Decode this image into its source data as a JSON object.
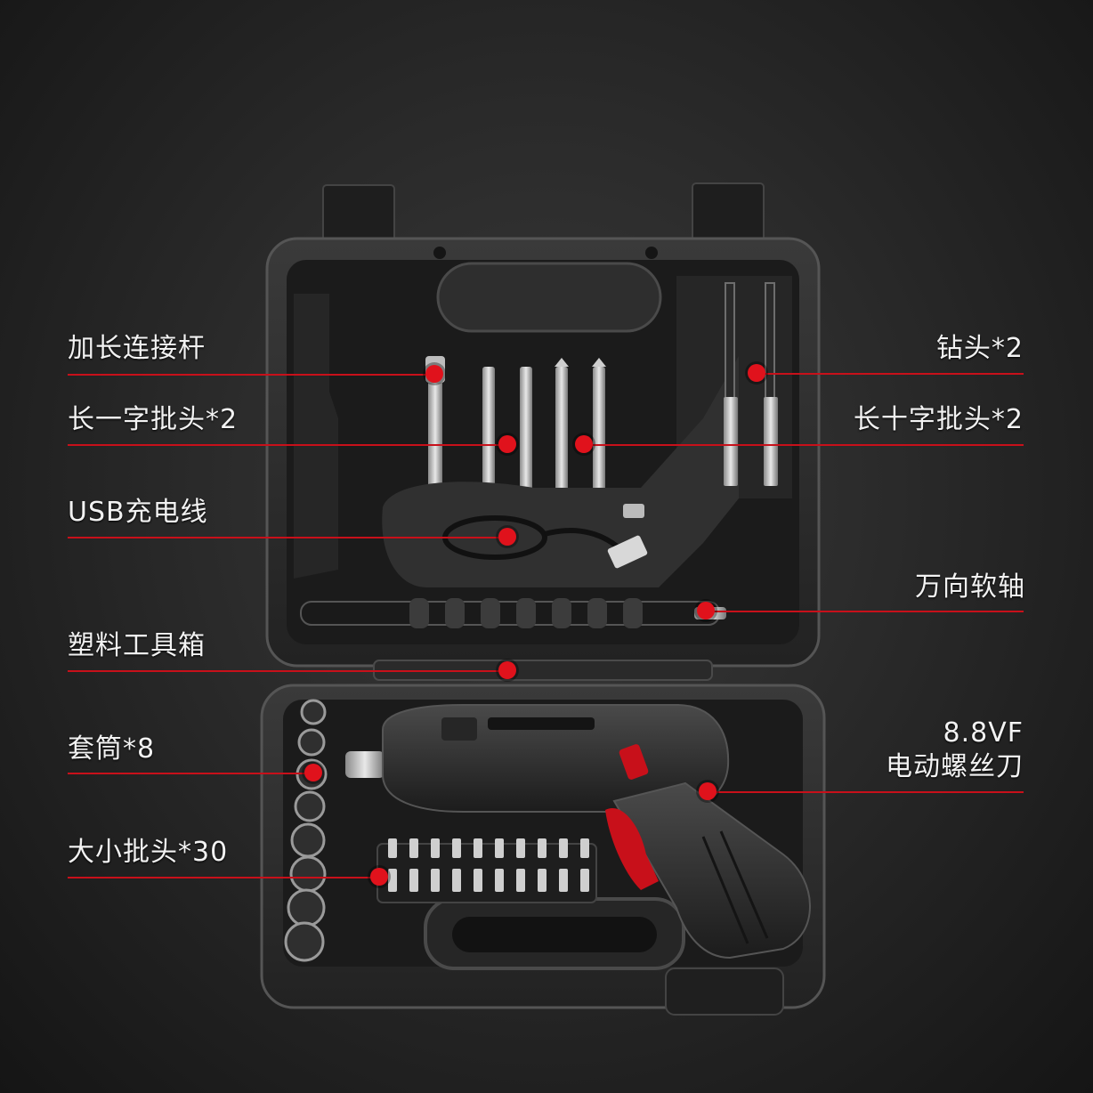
{
  "colors": {
    "background": "#222222",
    "case": "#2b2b2b",
    "accent_red": "#e0121c",
    "label_text": "#f2f2f2"
  },
  "callouts": {
    "extension_rod": "加长连接杆",
    "long_flat_bits": "长一字批头*2",
    "usb_cable": "USB充电线",
    "plastic_case": "塑料工具箱",
    "sockets": "套筒*8",
    "bits_small_large": "大小批头*30",
    "drill_bits": "钻头*2",
    "long_cross_bits": "长十字批头*2",
    "flex_shaft": "万向软轴",
    "screwdriver_voltage": "8.8VF",
    "screwdriver_name": "电动螺丝刀"
  }
}
